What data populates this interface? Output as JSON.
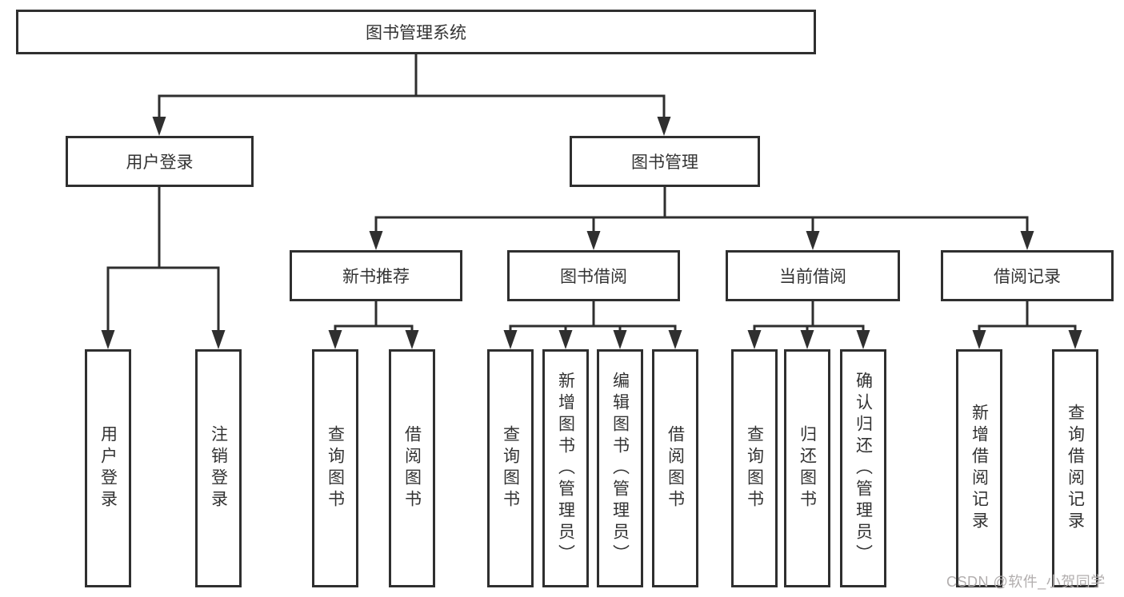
{
  "tree": {
    "root": {
      "label": "图书管理系统"
    },
    "branches": [
      {
        "label": "用户登录",
        "leaves": [
          "用户登录",
          "注销登录"
        ]
      },
      {
        "label": "图书管理",
        "modules": [
          {
            "label": "新书推荐",
            "leaves": [
              "查询图书",
              "借阅图书"
            ]
          },
          {
            "label": "图书借阅",
            "leaves": [
              "查询图书",
              "新增图书（管理员）",
              "编辑图书（管理员）",
              "借阅图书"
            ]
          },
          {
            "label": "当前借阅",
            "leaves": [
              "查询图书",
              "归还图书",
              "确认归还（管理员）"
            ]
          },
          {
            "label": "借阅记录",
            "leaves": [
              "新增借阅记录",
              "查询借阅记录"
            ]
          }
        ]
      }
    ]
  },
  "watermark": "CSDN @软件_小贺同学",
  "colors": {
    "line": "#2f2f2f",
    "box_border": "#2f2f2f",
    "text": "#333333",
    "watermark": "#b2aeae",
    "background": "#ffffff"
  }
}
